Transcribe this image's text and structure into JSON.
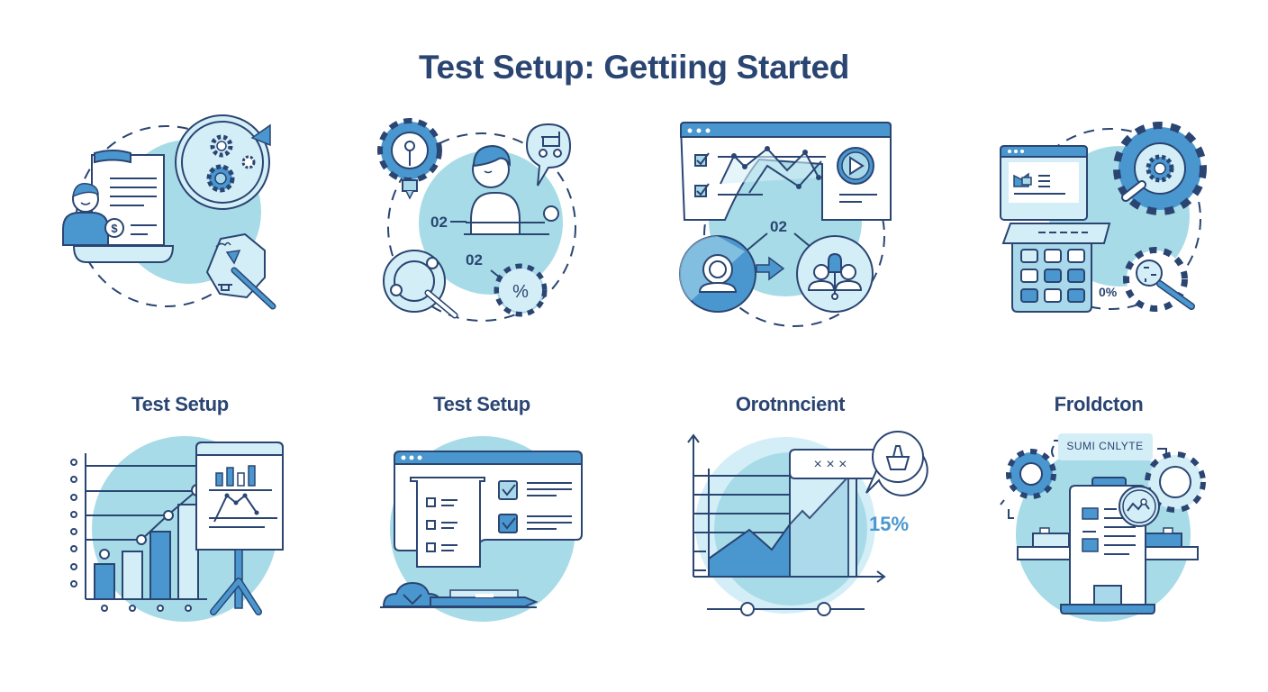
{
  "page": {
    "title": "Test Setup: Gettiing Started"
  },
  "colors": {
    "ink": "#2a4572",
    "accent": "#4a97cf",
    "accent_light": "#a9d8ea",
    "blob": "#a8dbe8",
    "fill_pale": "#d4eef7",
    "white": "#ffffff"
  },
  "top_row": [
    {
      "id": "planning",
      "icons": [
        "person-icon",
        "document-icon",
        "dollar-icon",
        "gears-icon",
        "arrow-icon",
        "pen-tool-icon"
      ]
    },
    {
      "id": "ideation",
      "icons": [
        "lightbulb-gear-icon",
        "person-at-desk-icon",
        "cart-speech-bubble-icon",
        "magnifier-network-icon",
        "percent-gear-icon"
      ],
      "annotations": [
        "02",
        "02"
      ]
    },
    {
      "id": "analytics",
      "icons": [
        "browser-window-icon",
        "checkbox-icon",
        "line-chart-icon",
        "play-button-icon",
        "user-circle-icon",
        "arrow-right-icon",
        "team-icon"
      ],
      "annotations": [
        "02"
      ]
    },
    {
      "id": "configuration",
      "icons": [
        "browser-window-icon",
        "calculator-keypad-icon",
        "large-gear-icon",
        "magnifier-gear-icon"
      ],
      "annotations": [
        "0%"
      ]
    }
  ],
  "bottom_row": [
    {
      "id": "test-setup-chart",
      "label": "Test Setup",
      "icons": [
        "bar-chart-icon",
        "presentation-board-icon"
      ]
    },
    {
      "id": "test-setup-checklist",
      "label": "Test Setup",
      "icons": [
        "browser-window-icon",
        "checklist-icon",
        "checkbox-icon",
        "cloud-icon",
        "keyboard-icon"
      ]
    },
    {
      "id": "orotnncient",
      "label": "Orotnncient",
      "icons": [
        "area-chart-icon",
        "speech-bubble-icon",
        "basket-icon",
        "slider-icon"
      ],
      "badge_text": "× × ×",
      "percent": "15%"
    },
    {
      "id": "froldcton",
      "label": "Froldcton",
      "icons": [
        "gear-icon",
        "document-icon",
        "magnifier-chart-icon",
        "gear-icon"
      ],
      "banner_text": "SUMI CNLYTE"
    }
  ]
}
